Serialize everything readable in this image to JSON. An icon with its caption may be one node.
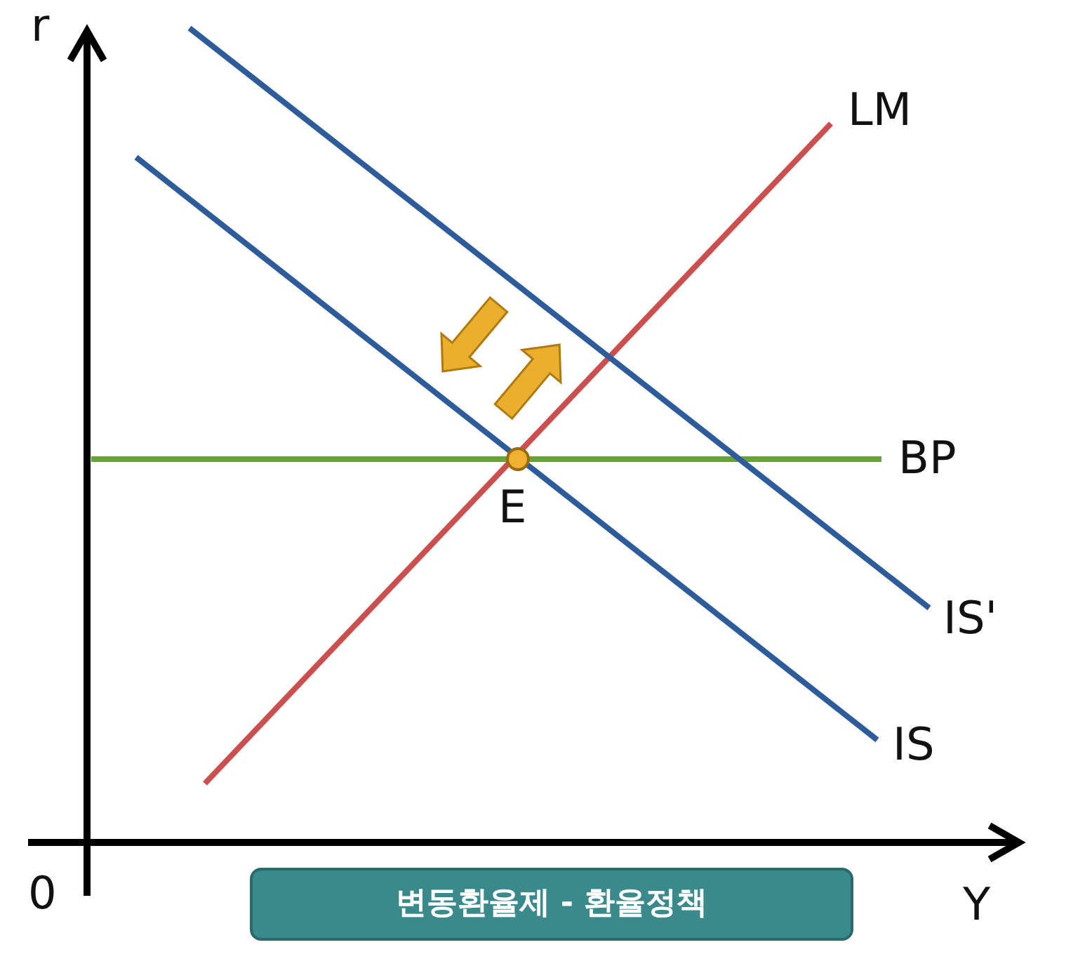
{
  "diagram": {
    "title": "변동환율제 - 환율정책",
    "labels": [
      "r",
      "LM",
      "BP",
      "E",
      "IS'",
      "IS",
      "0",
      "Y"
    ]
  }
}
